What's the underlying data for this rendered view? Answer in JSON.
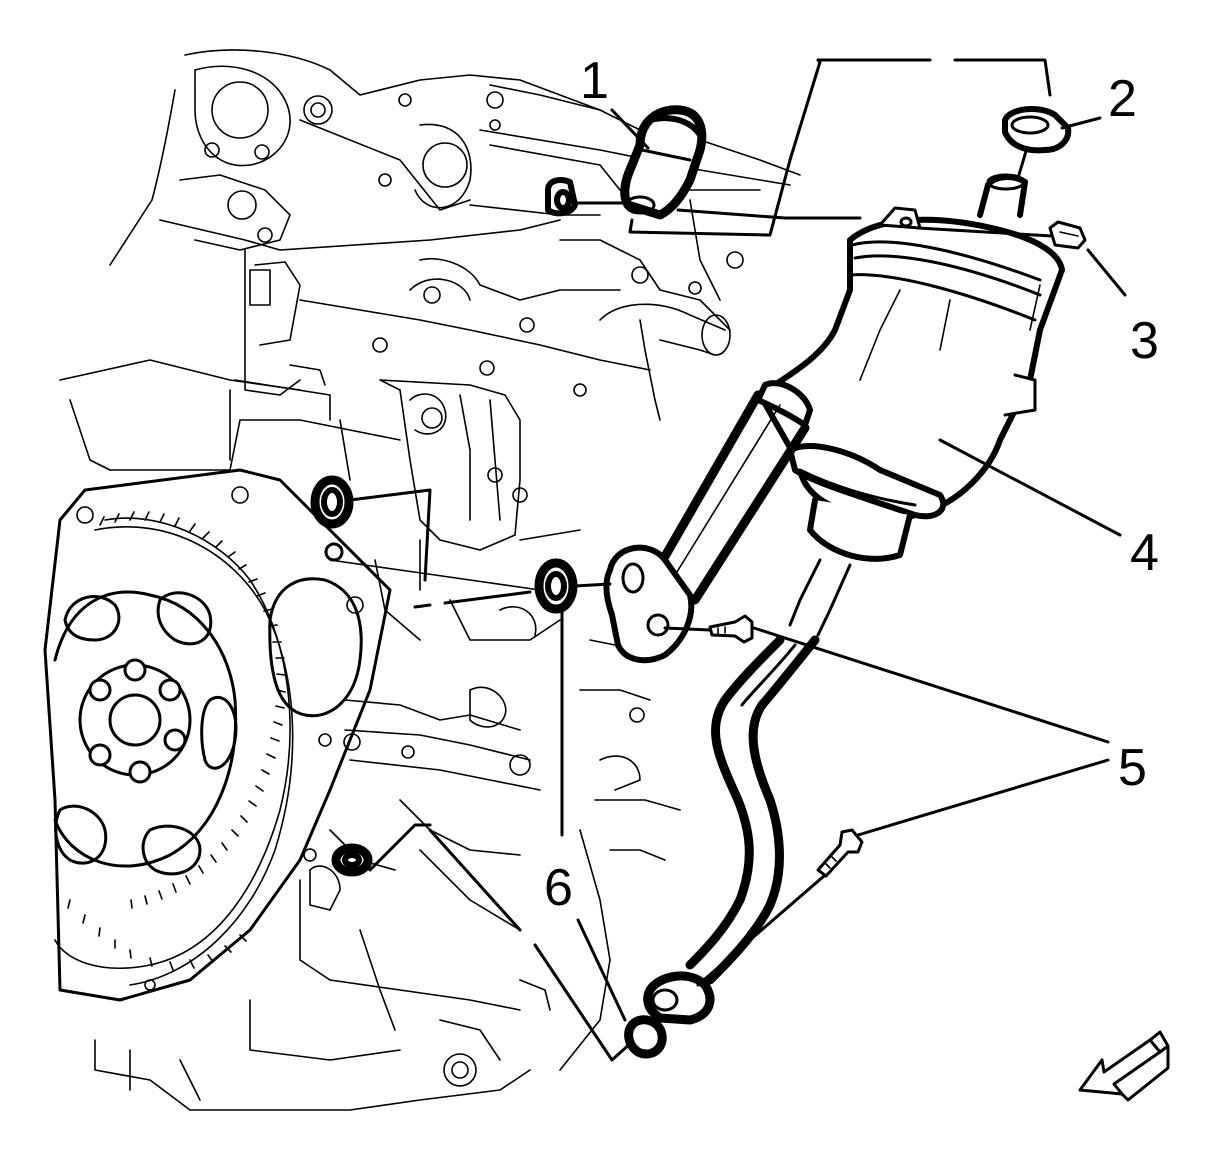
{
  "callouts": [
    {
      "id": "1",
      "label": "1"
    },
    {
      "id": "2",
      "label": "2"
    },
    {
      "id": "3",
      "label": "3"
    },
    {
      "id": "4",
      "label": "4"
    },
    {
      "id": "5",
      "label": "5"
    },
    {
      "id": "6",
      "label": "6"
    }
  ],
  "direction_arrow_icon": "front-direction-arrow-icon"
}
